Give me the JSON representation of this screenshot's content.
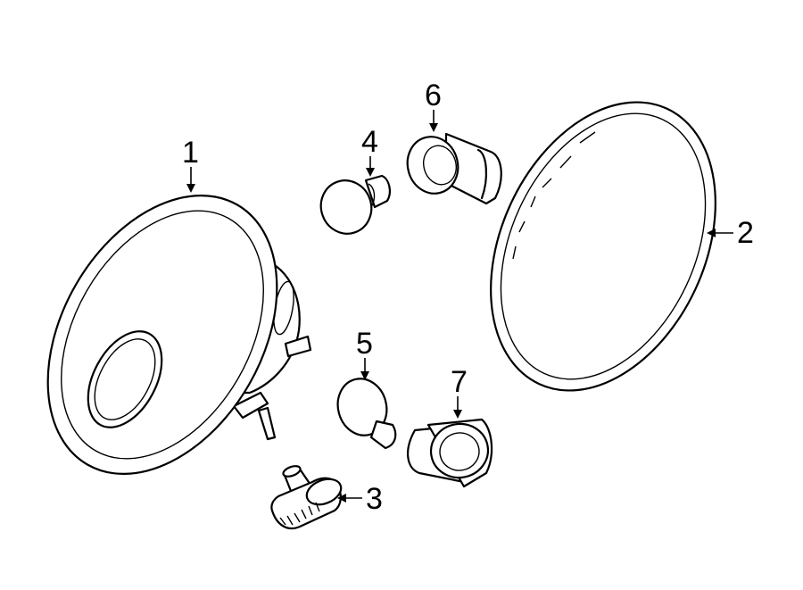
{
  "callouts": {
    "part1": "1",
    "part2": "2",
    "part3": "3",
    "part4": "4",
    "part5": "5",
    "part6": "6",
    "part7": "7"
  }
}
